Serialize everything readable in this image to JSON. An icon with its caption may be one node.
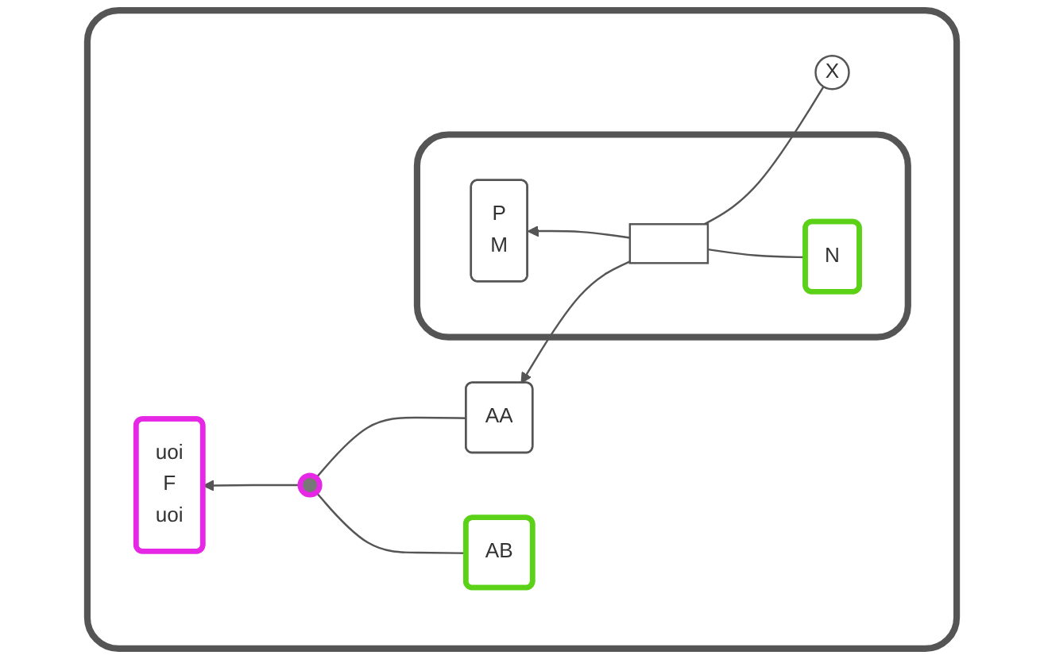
{
  "diagram": {
    "nodes": [
      {
        "text": [],
        "shape": "box"
      },
      {
        "text": [
          "uoi",
          "F",
          "uoi"
        ],
        "in": 0
      },
      {
        "text": [],
        "shape": "circle",
        "in": 0
      },
      {
        "text": [
          "AA"
        ],
        "in": 0
      },
      {
        "text": [
          "AB"
        ],
        "in": 0
      },
      {
        "text": [],
        "shape": "box",
        "in": 0
      },
      {
        "text": [
          "P",
          "M"
        ],
        "in": 5
      },
      {
        "text": [],
        "shape": "box",
        "in": 5
      },
      {
        "text": [
          "X"
        ],
        "in": 0
      },
      {
        "text": [
          "N"
        ],
        "in": 5
      }
    ],
    "edges": [
      {
        "from": 2,
        "to": 1,
        "arrow": "to"
      },
      {
        "from": 3,
        "to": 2,
        "arrow": "none"
      },
      {
        "from": 4,
        "to": 2,
        "arrow": "none"
      },
      {
        "from": 7,
        "to": 3,
        "arrow": "to"
      },
      {
        "from": 7,
        "to": 6,
        "arrow": "to"
      },
      {
        "from": 8,
        "to": 7,
        "arrow": "none"
      },
      {
        "from": 9,
        "to": 7,
        "arrow": "none"
      }
    ]
  }
}
